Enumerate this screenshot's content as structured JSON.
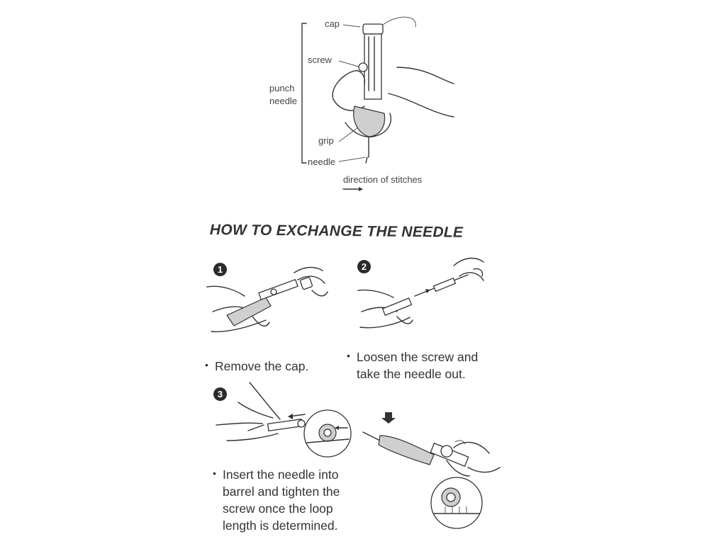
{
  "diagram": {
    "labels": {
      "cap": "cap",
      "screw": "screw",
      "punch": "punch",
      "needle_word": "needle",
      "grip": "grip",
      "needle": "needle",
      "direction": "direction of stitches"
    }
  },
  "title": "HOW  TO EXCHANGE THE NEEDLE",
  "steps": [
    {
      "number": "1",
      "text": "Remove the cap."
    },
    {
      "number": "2",
      "line1": "Loosen the screw and",
      "line2": "take the needle out."
    },
    {
      "number": "3",
      "line1": "Insert the needle into",
      "line2": "barrel and tighten the",
      "line3": "screw once the loop",
      "line4": "length is determined."
    }
  ],
  "icons": [
    "hand-holding-punch-needle",
    "arrow-down-icon"
  ]
}
